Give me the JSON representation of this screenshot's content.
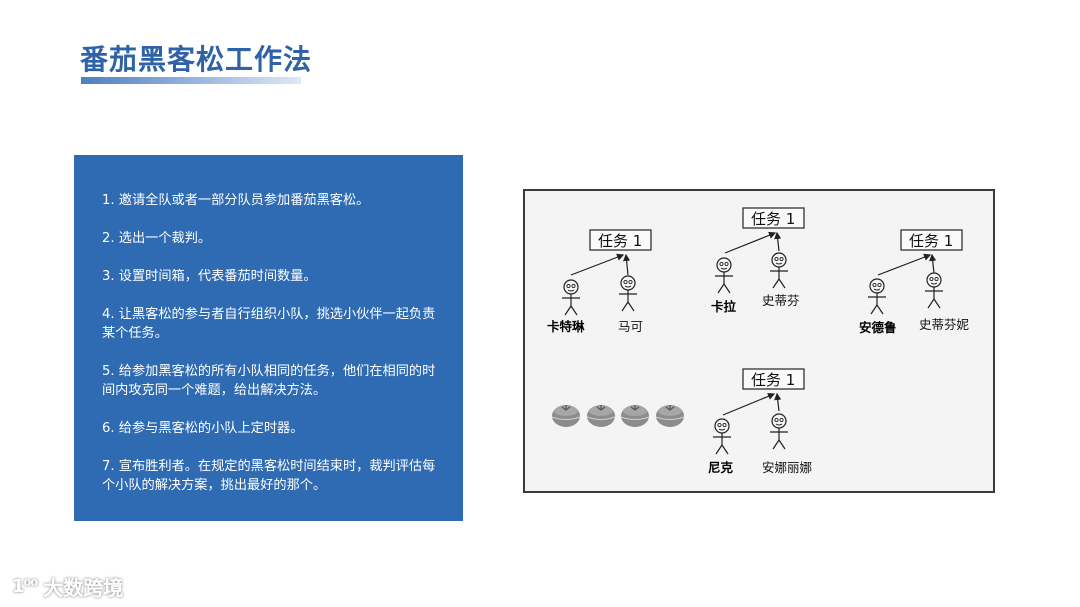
{
  "header": {
    "title": "番茄黑客松工作法"
  },
  "steps": [
    "1. 邀请全队或者一部分队员参加番茄黑客松。",
    "2. 选出一个裁判。",
    "3. 设置时间箱，代表番茄时间数量。",
    "4. 让黑客松的参与者自行组织小队，挑选小伙伴一起负责某个任务。",
    "5. 给参加黑客松的所有小队相同的任务，他们在相同的时间内攻克同一个难题，给出解决方法。",
    "6. 给参与黑客松的小队上定时器。",
    "7. 宣布胜利者。在规定的黑客松时间结束时，裁判评估每个小队的解决方案，挑出最好的那个。"
  ],
  "figure": {
    "teams": [
      {
        "task": "任务 1",
        "members": [
          "卡特琳",
          "马可"
        ]
      },
      {
        "task": "任务 1",
        "members": [
          "卡拉",
          "史蒂芬"
        ]
      },
      {
        "task": "任务 1",
        "members": [
          "安德鲁",
          "史蒂芬妮"
        ]
      },
      {
        "task": "任务 1",
        "members": [
          "尼克",
          "安娜丽娜"
        ]
      }
    ],
    "tomato_count": 4,
    "tomato_icon": "tomato-timer-icon"
  },
  "watermark": {
    "logo": "1⁰⁰",
    "text": "大数跨境"
  },
  "colors": {
    "title": "#2f63a8",
    "panel": "#2f6bb2",
    "figure_bg": "#f4f4f4"
  }
}
